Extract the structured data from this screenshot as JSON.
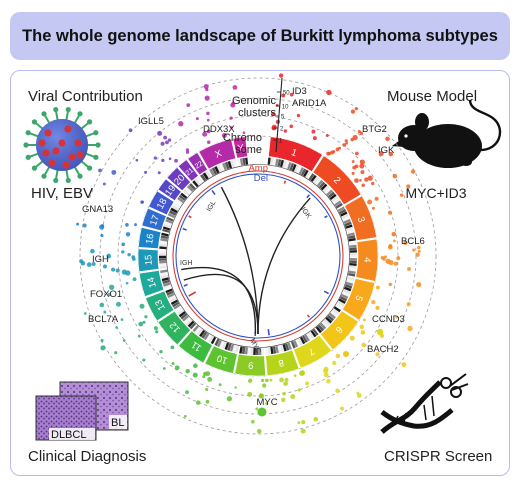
{
  "title": "The whole genome landscape of Burkitt lymphoma subtypes",
  "corners": {
    "viral": "Viral Contribution",
    "mouse": "Mouse Model",
    "clinical": "Clinical Diagnosis",
    "crispr": "CRISPR Screen"
  },
  "captions": {
    "virus": "HIV, EBV",
    "mouse": "MYC+ID3",
    "bl": "BL",
    "dlbcl": "DLBCL"
  },
  "circos": {
    "genomic_clusters": "Genomic\nclusters",
    "chromosome": "Chromo\nsome",
    "amp": "Amp",
    "del": "Del",
    "axis_ticks": [
      "50",
      "10",
      "5",
      "2",
      "1"
    ],
    "chromosomes": [
      "1",
      "2",
      "3",
      "4",
      "5",
      "6",
      "7",
      "8",
      "9",
      "10",
      "11",
      "12",
      "13",
      "14",
      "15",
      "16",
      "17",
      "18",
      "19",
      "20",
      "21",
      "22",
      "X",
      "Y"
    ],
    "inner_labels": {
      "igl": "IGL",
      "igk": "IGK",
      "igh": "IGH",
      "myc": "MYC"
    }
  },
  "genes": [
    {
      "label": "ID3"
    },
    {
      "label": "ARID1A"
    },
    {
      "label": "BTG2"
    },
    {
      "label": "IGK"
    },
    {
      "label": "BCL6"
    },
    {
      "label": "CCND3"
    },
    {
      "label": "BACH2"
    },
    {
      "label": "MYC"
    },
    {
      "label": "BCL7A"
    },
    {
      "label": "FOXO1"
    },
    {
      "label": "IGH"
    },
    {
      "label": "GNA13"
    },
    {
      "label": "IGLL5"
    },
    {
      "label": "DDX3X"
    }
  ]
}
